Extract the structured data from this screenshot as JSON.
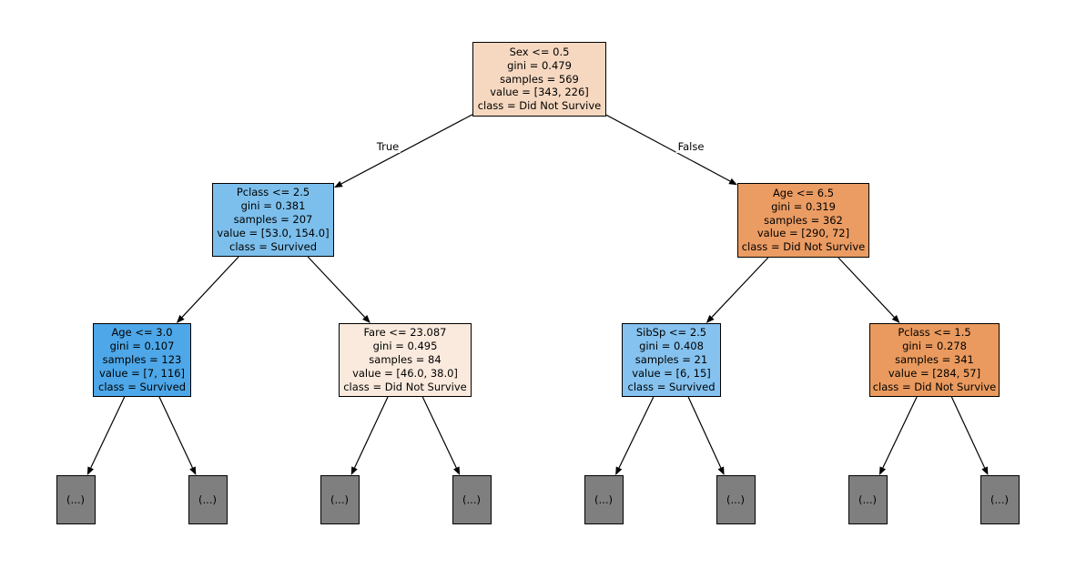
{
  "figure": {
    "background": "#ffffff",
    "branch_labels": {
      "left": "True",
      "right": "False"
    }
  },
  "tree": {
    "nodes": [
      {
        "id": "root",
        "lines": [
          "Sex <= 0.5",
          "gini = 0.479",
          "samples = 569",
          "value = [343, 226]",
          "class = Did Not Survive"
        ],
        "color": "#f6d8c0"
      },
      {
        "id": "pclass25",
        "lines": [
          "Pclass <= 2.5",
          "gini = 0.381",
          "samples = 207",
          "value = [53.0, 154.0]",
          "class = Survived"
        ],
        "color": "#7cbfec"
      },
      {
        "id": "age65",
        "lines": [
          "Age <= 6.5",
          "gini = 0.319",
          "samples = 362",
          "value = [290, 72]",
          "class = Did Not Survive"
        ],
        "color": "#eb9c63"
      },
      {
        "id": "age30",
        "lines": [
          "Age <= 3.0",
          "gini = 0.107",
          "samples = 123",
          "value = [7, 116]",
          "class = Survived"
        ],
        "color": "#4da7e8"
      },
      {
        "id": "fare",
        "lines": [
          "Fare <= 23.087",
          "gini = 0.495",
          "samples = 84",
          "value = [46.0, 38.0]",
          "class = Did Not Survive"
        ],
        "color": "#faeadd"
      },
      {
        "id": "sibsp",
        "lines": [
          "SibSp <= 2.5",
          "gini = 0.408",
          "samples = 21",
          "value = [6, 15]",
          "class = Survived"
        ],
        "color": "#85c2ef"
      },
      {
        "id": "pclass15",
        "lines": [
          "Pclass <= 1.5",
          "gini = 0.278",
          "samples = 341",
          "value = [284, 57]",
          "class = Did Not Survive"
        ],
        "color": "#ea9a5e"
      }
    ],
    "leaf_color": "#7f7f7f",
    "leaves": [
      {
        "label": "(...)"
      },
      {
        "label": "(...)"
      },
      {
        "label": "(...)"
      },
      {
        "label": "(...)"
      },
      {
        "label": "(...)"
      },
      {
        "label": "(...)"
      },
      {
        "label": "(...)"
      },
      {
        "label": "(...)"
      }
    ]
  }
}
